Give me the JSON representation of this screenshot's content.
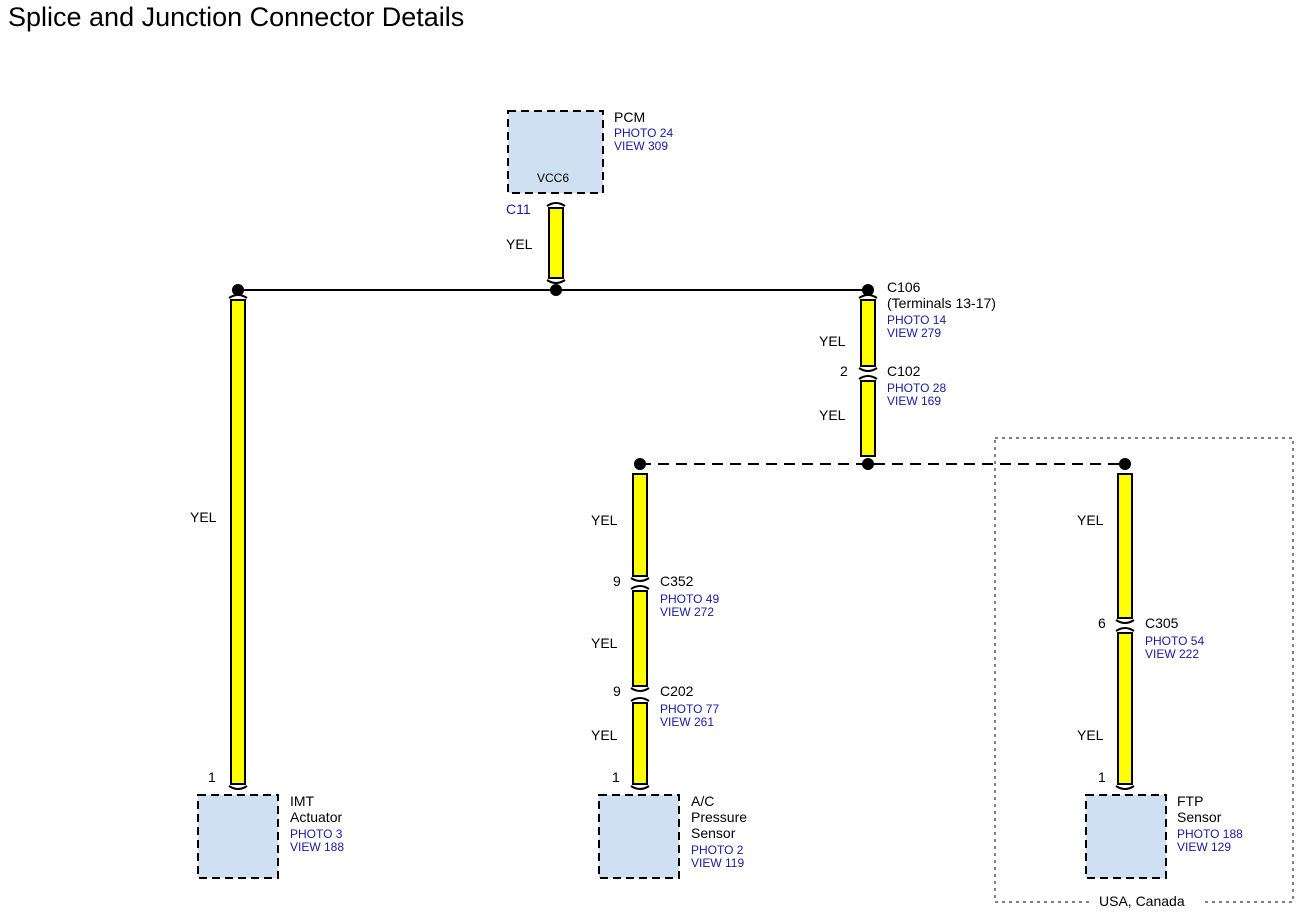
{
  "title": "Splice and Junction Connector Details",
  "colors": {
    "wire_fill": "#ffff00",
    "component_fill": "#cfe0f2",
    "ref_text": "#1a1aa0"
  },
  "pcm": {
    "name": "PCM",
    "photo": "PHOTO 24",
    "view": "VIEW 309",
    "pin": "VCC6",
    "connector": "C11",
    "wire": "YEL"
  },
  "c106": {
    "name": "C106",
    "terminals": "(Terminals 13-17)",
    "photo": "PHOTO 14",
    "view": "VIEW 279",
    "wire": "YEL"
  },
  "c102": {
    "pin": "2",
    "name": "C102",
    "photo": "PHOTO 28",
    "view": "VIEW 169",
    "wire": "YEL"
  },
  "imt": {
    "wire": "YEL",
    "pin": "1",
    "name_line1": "IMT",
    "name_line2": "Actuator",
    "photo": "PHOTO 3",
    "view": "VIEW 188"
  },
  "c352": {
    "wire_above": "YEL",
    "pin": "9",
    "name": "C352",
    "photo": "PHOTO 49",
    "view": "VIEW 272"
  },
  "c202": {
    "wire_above": "YEL",
    "pin": "9",
    "name": "C202",
    "photo": "PHOTO 77",
    "view": "VIEW 261"
  },
  "ac_sensor": {
    "wire": "YEL",
    "pin": "1",
    "name_line1": "A/C",
    "name_line2": "Pressure",
    "name_line3": "Sensor",
    "photo": "PHOTO 2",
    "view": "VIEW 119"
  },
  "c305": {
    "wire_above": "YEL",
    "pin": "6",
    "name": "C305",
    "photo": "PHOTO 54",
    "view": "VIEW 222"
  },
  "ftp_sensor": {
    "wire": "YEL",
    "pin": "1",
    "name_line1": "FTP",
    "name_line2": "Sensor",
    "photo": "PHOTO 188",
    "view": "VIEW 129"
  },
  "region": {
    "label": "USA, Canada"
  }
}
